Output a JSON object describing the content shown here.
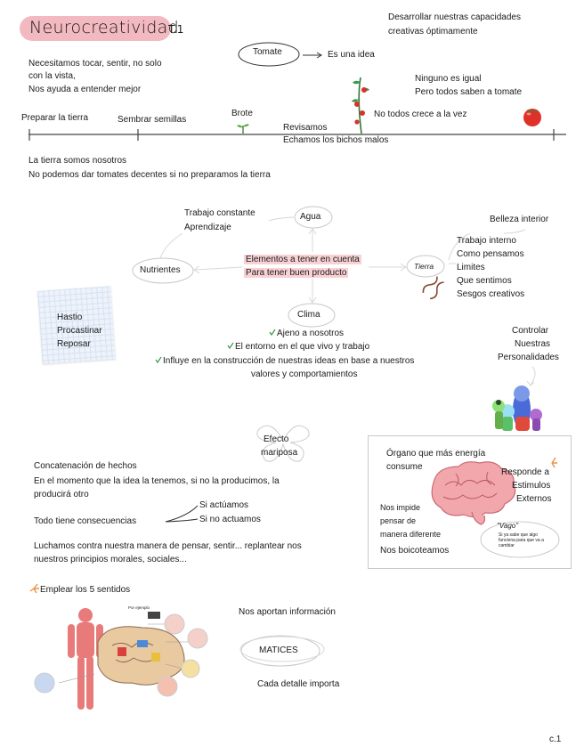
{
  "title": {
    "main": "Neurocreatividad",
    "sub": "T.1"
  },
  "section1": {
    "left_intro": [
      "Necesitamos tocar, sentir, no solo",
      "con la vista,",
      "Nos ayuda a entender mejor"
    ],
    "right_intro": [
      "Desarrollar nuestras capacidades",
      "creativas óptimamente"
    ],
    "tomato_bubble": "Tomate",
    "idea": "Es una idea",
    "right_lines": [
      "Ninguno es igual",
      "Pero todos saben a tomate"
    ],
    "timeline": {
      "prep": "Preparar la tierra",
      "sow": "Sembrar semillas",
      "sprout": "Brote",
      "review": [
        "Revisamos",
        "Echamos los bichos malos"
      ],
      "not_all": "No todos crece a la vez"
    },
    "ground": [
      "La tierra somos nosotros",
      "No podemos dar tomates decentes si no preparamos la tierra"
    ]
  },
  "section2": {
    "trabajo": [
      "Trabajo constante",
      "Aprendizaje"
    ],
    "agua": "Agua",
    "nutrientes": "Nutrientes",
    "center": [
      "Elementos a tener en cuenta",
      "Para tener buen producto"
    ],
    "tierra": "Tierra",
    "clima": "Clima",
    "note": [
      "Hastio",
      "Procastinar",
      "Reposar"
    ],
    "belleza": "Belleza interior",
    "tierra_list": [
      "Trabajo interno",
      "Como pensamos",
      "Limites",
      "Que sentimos",
      "Sesgos creativos"
    ],
    "clima_list": [
      "Ajeno a nosotros",
      "El entorno en el que vivo y trabajo",
      "Influye en la construcción de nuestras ideas en base a nuestros",
      "valores y comportamientos"
    ],
    "controlar": [
      "Controlar",
      "Nuestras",
      "Personalidades"
    ]
  },
  "section3": {
    "efecto": [
      "Efecto",
      "mariposa"
    ],
    "concat": "Concatenación de hechos",
    "momento": [
      "En el momento que la idea la tenemos, si no la producimos, la",
      "producirá otro"
    ],
    "consecuencias": "Todo tiene consecuencias",
    "si": "Si actúamos",
    "no": "Si no actuamos",
    "luchamos": [
      "Luchamos contra nuestra manera de pensar, sentir... replantear nos",
      "nuestros principios morales, sociales..."
    ]
  },
  "brain_box": {
    "organo": [
      "Órgano que más energía",
      "consume"
    ],
    "responde": [
      "Responde a",
      "Estimulos",
      "Externos"
    ],
    "nos_impide": [
      "Nos impide",
      "pensar de",
      "manera diferente"
    ],
    "boicot": "Nos boicoteamos",
    "vago": "\"Vago\"",
    "vago_note": "Si ya sabe que algo funciona para que va a cambiar"
  },
  "section4": {
    "header": "Emplear los 5 sentidos",
    "aportan": "Nos aportan información",
    "matices": "MATICES",
    "detalle": "Cada detalle importa",
    "img_label": "Por ejemplo"
  },
  "page_number": "c.1",
  "colors": {
    "pink": "#f3b9c0",
    "tomato": "#e0302a",
    "check": "#3a9a4a",
    "accent_orange": "#f09040"
  }
}
